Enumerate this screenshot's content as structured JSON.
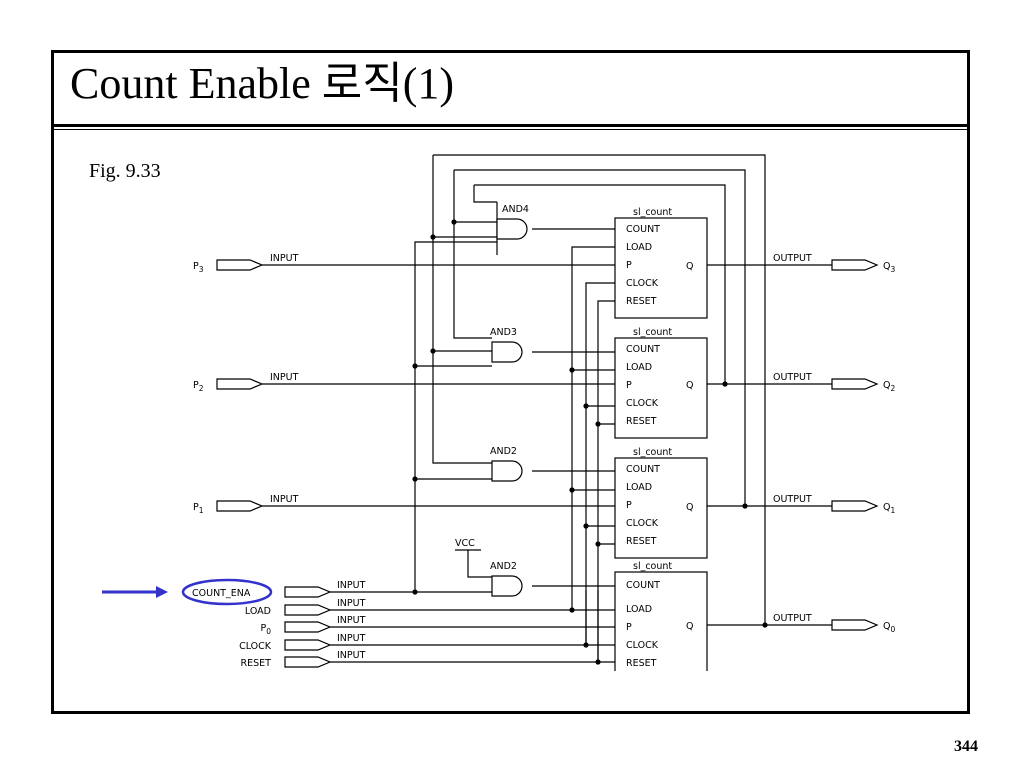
{
  "slide": {
    "title": "Count Enable 로직(1)",
    "figure_label": "Fig. 9.33",
    "page_number": "344"
  },
  "schematic": {
    "counters": [
      {
        "title": "sl_count",
        "ports": [
          "COUNT",
          "LOAD",
          "P",
          "CLOCK",
          "RESET"
        ],
        "output_port": "Q"
      },
      {
        "title": "sl_count",
        "ports": [
          "COUNT",
          "LOAD",
          "P",
          "CLOCK",
          "RESET"
        ],
        "output_port": "Q"
      },
      {
        "title": "sl_count",
        "ports": [
          "COUNT",
          "LOAD",
          "P",
          "CLOCK",
          "RESET"
        ],
        "output_port": "Q"
      },
      {
        "title": "sl_count",
        "ports": [
          "COUNT",
          "LOAD",
          "P",
          "CLOCK",
          "RESET"
        ],
        "output_port": "Q"
      }
    ],
    "gates": [
      "AND4",
      "AND3",
      "AND2",
      "AND2"
    ],
    "vcc": "VCC",
    "input_type": "INPUT",
    "output_type": "OUTPUT",
    "p_inputs": [
      {
        "name": "P",
        "sub": "3"
      },
      {
        "name": "P",
        "sub": "2"
      },
      {
        "name": "P",
        "sub": "1"
      }
    ],
    "q_outputs": [
      {
        "name": "Q",
        "sub": "3"
      },
      {
        "name": "Q",
        "sub": "2"
      },
      {
        "name": "Q",
        "sub": "1"
      },
      {
        "name": "Q",
        "sub": "0"
      }
    ],
    "bottom_inputs": [
      {
        "name": "COUNT_ENA",
        "sub": ""
      },
      {
        "name": "LOAD",
        "sub": ""
      },
      {
        "name": "P",
        "sub": "0"
      },
      {
        "name": "CLOCK",
        "sub": ""
      },
      {
        "name": "RESET",
        "sub": ""
      }
    ]
  },
  "colors": {
    "highlight": "#3333cc",
    "line": "#000000"
  }
}
